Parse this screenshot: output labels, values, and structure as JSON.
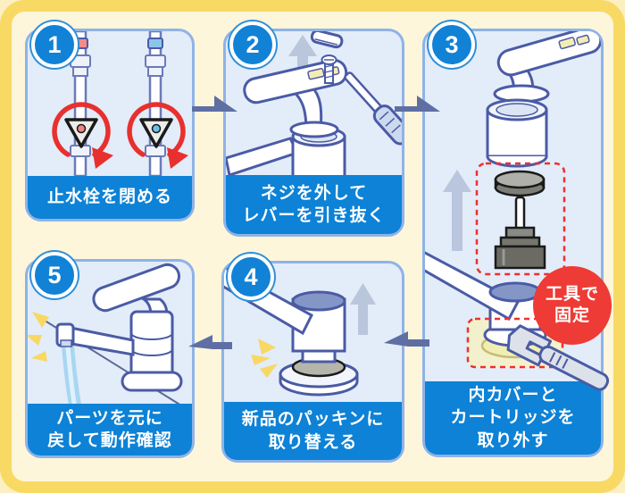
{
  "diagram": {
    "type": "faucet-cartridge-replacement-instructions",
    "language": "ja",
    "steps": [
      {
        "number": "1",
        "caption": "止水栓を閉める"
      },
      {
        "number": "2",
        "caption": "ネジを外して\nレバーを引き抜く"
      },
      {
        "number": "3",
        "caption": "内カバーと\nカートリッジを\n取り外す",
        "badge": "工具で\n固定"
      },
      {
        "number": "4",
        "caption": "新品のパッキンに\n取り替える"
      },
      {
        "number": "5",
        "caption": "パーツを元に\n戻して動作確認"
      }
    ],
    "flow": [
      "1→2",
      "2→3",
      "3→4",
      "4→5"
    ]
  },
  "colors": {
    "page_bg": "#fcefc1",
    "frame_border": "#f8d964",
    "frame_bg": "#fdf6da",
    "panel_bg": "#e3ecf9",
    "panel_border": "#8fb3e8",
    "caption_bg": "#0d82d6",
    "caption_text": "#ffffff",
    "step_badge_bg": "#1182d6",
    "tool_badge_bg": "#ee3b35",
    "flow_arrow": "#5f6fa3",
    "lift_arrow": "#b9c6dc",
    "rotation_arrow_red": "#e8302e",
    "dashed_highlight_red": "#ee2f2f",
    "packing_yellow": "#f1eeb2",
    "sparkle_yellow": "#f8d862",
    "water_blue": "#a9d6f1",
    "illustration_outline": "#4a5ba5",
    "hot_cap": "#f28b8b",
    "cold_cap": "#8cc4ea"
  }
}
